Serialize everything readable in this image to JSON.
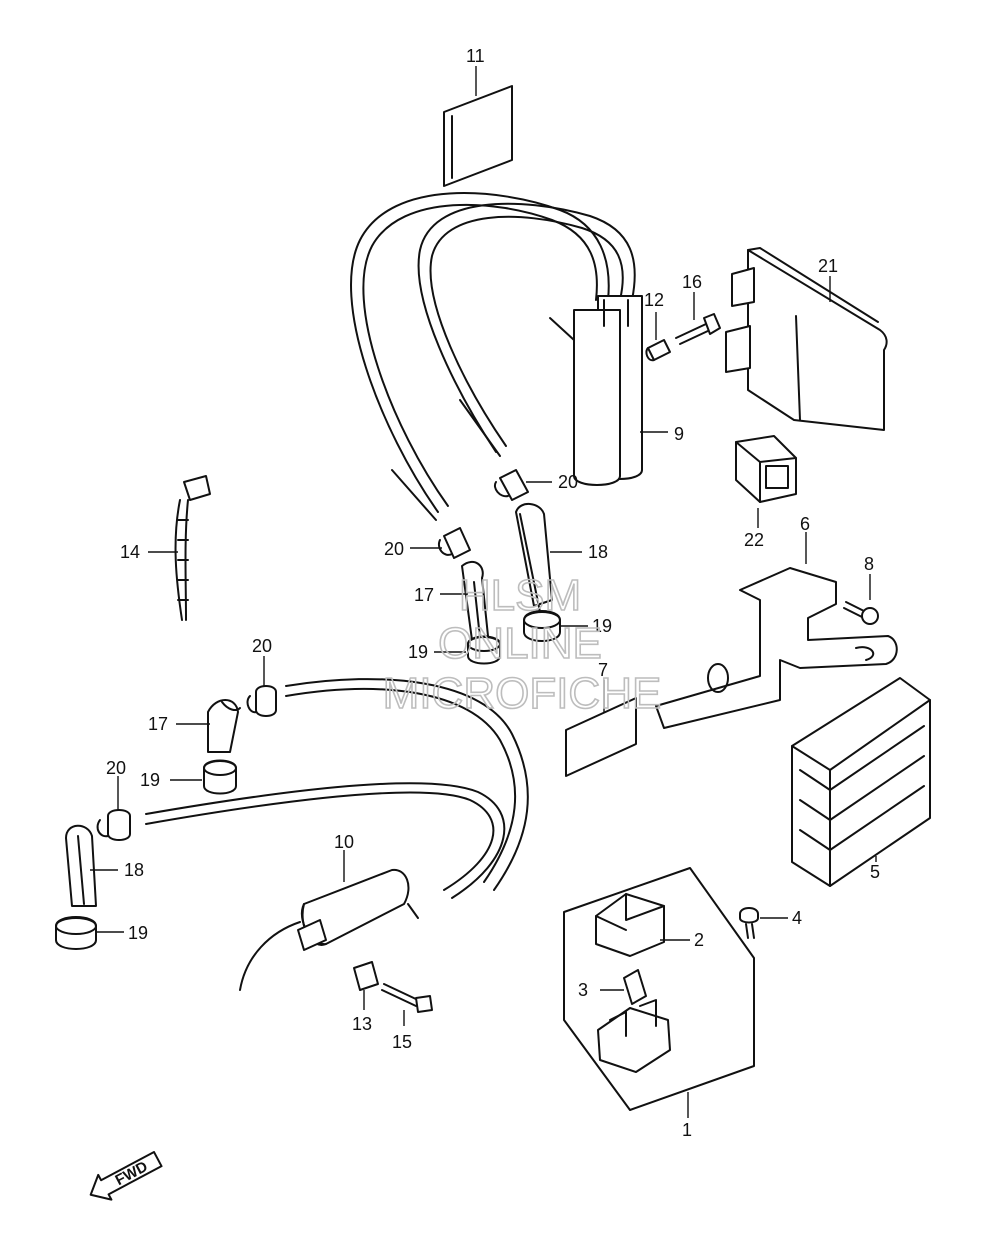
{
  "callouts": {
    "c1": "1",
    "c2": "2",
    "c3": "3",
    "c4": "4",
    "c5": "5",
    "c6": "6",
    "c7": "7",
    "c8": "8",
    "c9": "9",
    "c10": "10",
    "c11": "11",
    "c12": "12",
    "c13": "13",
    "c14": "14",
    "c15": "15",
    "c16": "16",
    "c17a": "17",
    "c17b": "17",
    "c18a": "18",
    "c18b": "18",
    "c19a": "19",
    "c19b": "19",
    "c19c": "19",
    "c19d": "19",
    "c20a": "20",
    "c20b": "20",
    "c20c": "20",
    "c20d": "20",
    "c21": "21",
    "c22": "22"
  },
  "watermark": {
    "line1": "HLSM",
    "line2": "ONLINE",
    "line3": "MICROFICHE"
  },
  "fwd_label": "FWD"
}
